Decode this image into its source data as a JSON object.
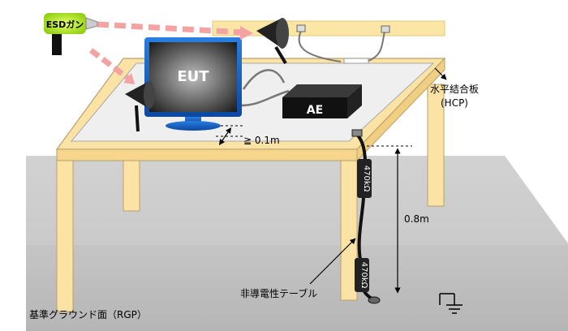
{
  "labels": {
    "esd_gun": "ESDガン",
    "eut": "EUT",
    "ae": "AE",
    "hcp_line1": "水平結合板",
    "hcp_line2": "(HCP)",
    "distance": "≧ 0.1m",
    "height": "0.8m",
    "resistor_top": "470kΩ",
    "resistor_bottom": "470kΩ",
    "tape": "非導電性テーブル",
    "rgp": "基準グラウンド面（RGP）"
  },
  "colors": {
    "table_wood": "#fbe3a6",
    "table_edge": "#b9a06a",
    "ground": "#c9c9c9",
    "monitor_frame": "#1565c0",
    "esd_gun_glow": "#c8ff2a",
    "discharge_arrow": "#f4a3a3",
    "vcp_bar": "#fbe6a6"
  }
}
